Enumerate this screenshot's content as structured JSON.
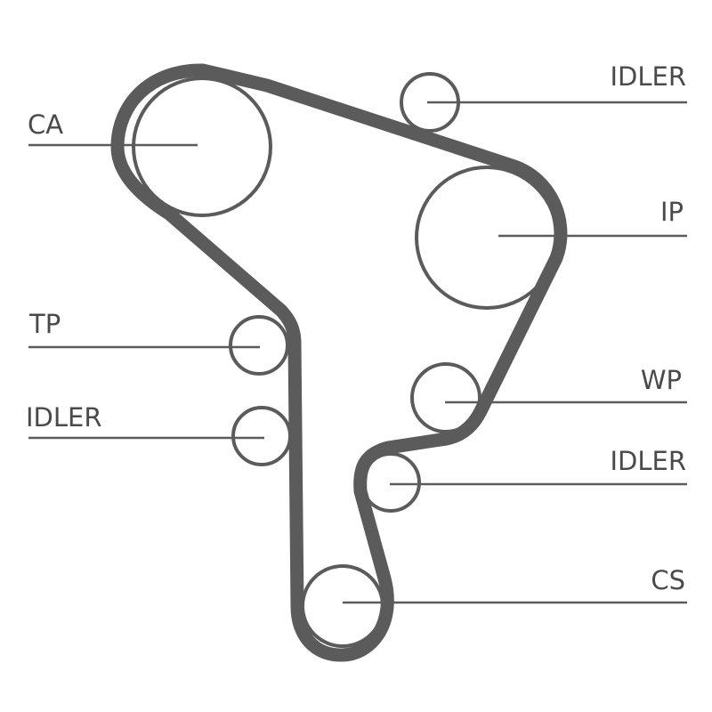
{
  "colors": {
    "belt": "#5b5b5b",
    "pulley_outline": "#5b5b5b",
    "leader_line": "#5b5b5b",
    "label_text": "#4a4a4a",
    "background": "#ffffff"
  },
  "components": [
    {
      "id": "ca",
      "label": "CA"
    },
    {
      "id": "tp",
      "label": "TP"
    },
    {
      "id": "idler_left",
      "label": "IDLER"
    },
    {
      "id": "idler_top",
      "label": "IDLER"
    },
    {
      "id": "ip",
      "label": "IP"
    },
    {
      "id": "wp",
      "label": "WP"
    },
    {
      "id": "idler_right",
      "label": "IDLER"
    },
    {
      "id": "cs",
      "label": "CS"
    }
  ]
}
